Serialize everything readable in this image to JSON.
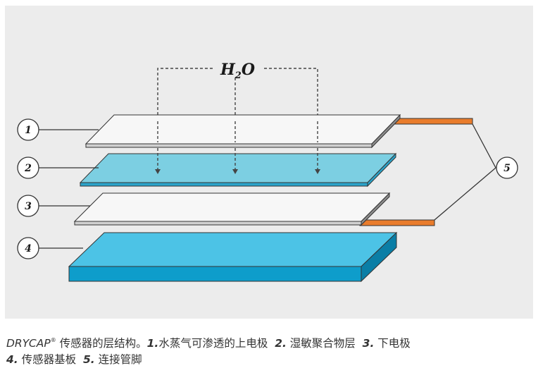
{
  "diagram": {
    "gas_label": {
      "main": "H",
      "sub": "2",
      "tail": "O"
    },
    "callouts": [
      "1",
      "2",
      "3",
      "4",
      "5"
    ],
    "colors": {
      "panel_bg": "#ececec",
      "electrode_face": "#f7f7f7",
      "electrode_side": "#8c8c8c",
      "polymer_face": "#7ccfe2",
      "polymer_side": "#2aa3c9",
      "substrate_top": "#4cc3e6",
      "substrate_front": "#0e9dcb",
      "substrate_side": "#0a7ea6",
      "lead": "#e97c2c",
      "line": "#333333",
      "dashed": "#444444"
    }
  },
  "caption": {
    "brand": "DRYCAP",
    "registered": "®",
    "intro": " 传感器的层结构。",
    "items": [
      {
        "num": "1.",
        "text": "水蒸气可渗透的上电极"
      },
      {
        "num": "2.",
        "text": " 湿敏聚合物层"
      },
      {
        "num": "3.",
        "text": " 下电极"
      },
      {
        "num": "4.",
        "text": " 传感器基板"
      },
      {
        "num": "5.",
        "text": " 连接管脚"
      }
    ]
  }
}
